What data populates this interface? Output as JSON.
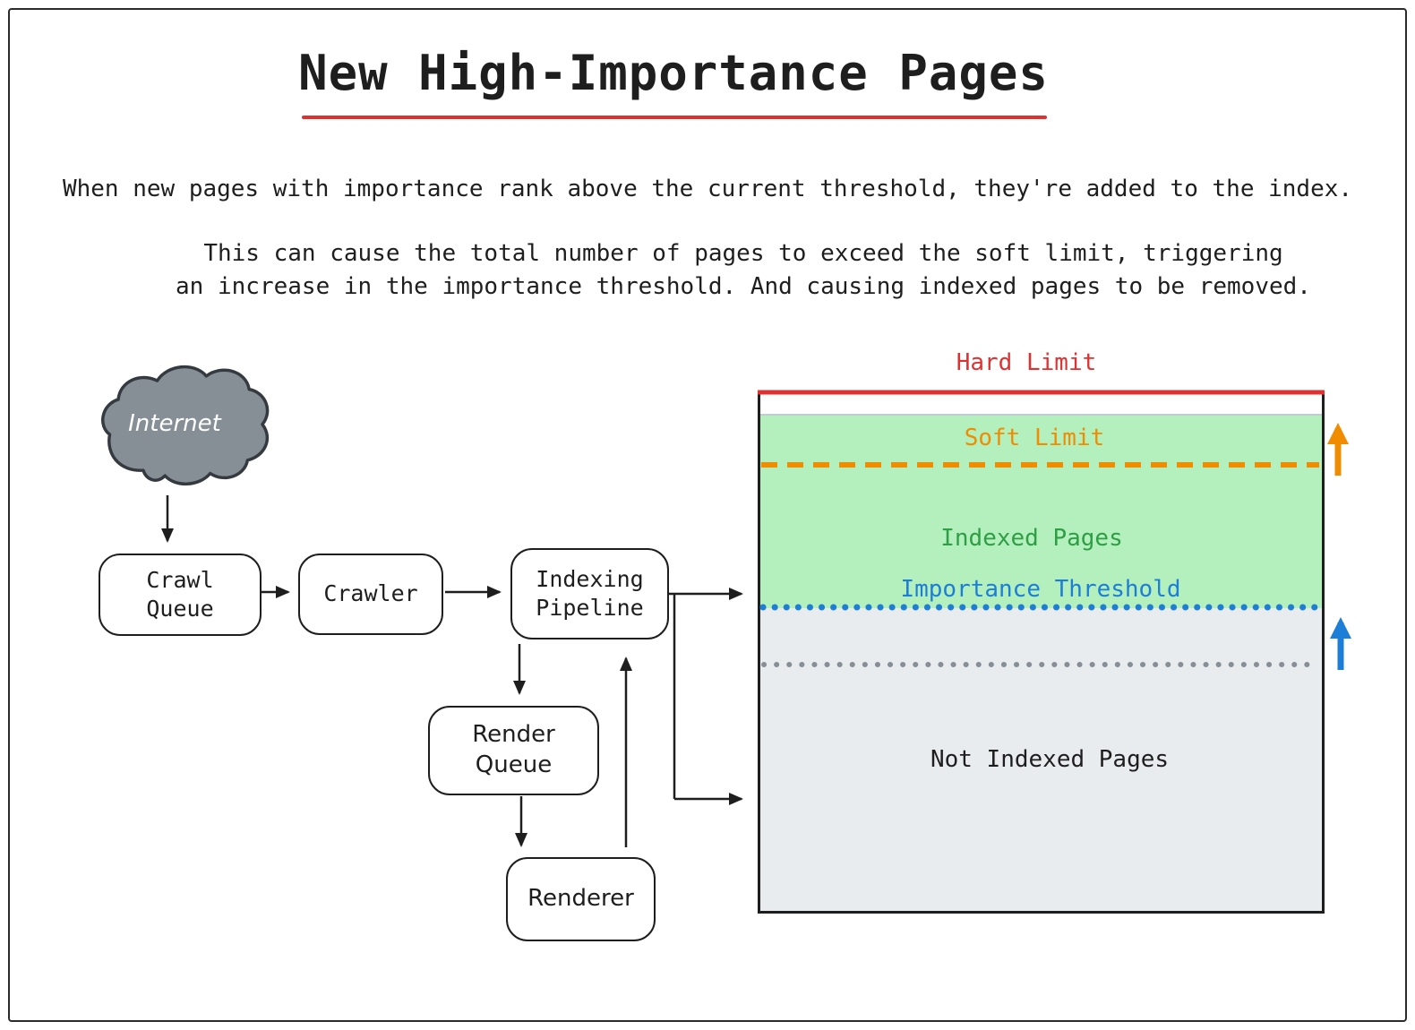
{
  "title": "New High-Importance Pages",
  "intro": {
    "line1": "When new pages with importance rank above the current threshold, they're added to the index.",
    "line2": "This can cause the total number of pages to exceed the soft limit, triggering",
    "line3": "an increase in the importance threshold. And causing indexed pages to be removed."
  },
  "flow": {
    "internet": "Internet",
    "crawl_queue": "Crawl Queue",
    "crawler": "Crawler",
    "indexing_pipeline": "Indexing Pipeline",
    "render_queue": "Render Queue",
    "renderer": "Renderer"
  },
  "limits": {
    "hard_limit": "Hard Limit",
    "soft_limit": "Soft Limit",
    "indexed_pages": "Indexed Pages",
    "importance_threshold": "Importance Threshold",
    "not_indexed_pages": "Not Indexed Pages"
  },
  "colors": {
    "hard_limit_red": "#e03131",
    "soft_limit_orange": "#f08c00",
    "threshold_blue": "#1c7ed6",
    "indexed_green_text": "#2f9e44",
    "indexed_green_fill": "#b4efbe",
    "not_indexed_gray_fill": "#e9ecef",
    "cloud_gray": "#868e96",
    "ink_black": "#1e1e1e"
  }
}
